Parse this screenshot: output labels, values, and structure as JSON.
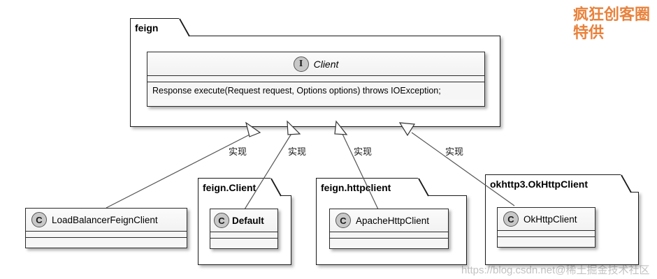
{
  "diagram": {
    "type": "uml-class-diagram",
    "root_package": {
      "name": "feign",
      "interface": {
        "stereotype_badge": "I",
        "name": "Client",
        "methods": [
          "Response execute(Request request, Options options) throws IOException;"
        ]
      }
    },
    "relation_label": "实现",
    "implementations": [
      {
        "package": null,
        "class_badge": "C",
        "class_name": "LoadBalancerFeignClient",
        "edge_label": "实现"
      },
      {
        "package": "feign.Client",
        "class_badge": "C",
        "class_name": "Default",
        "edge_label": "实现"
      },
      {
        "package": "feign.httpclient",
        "class_badge": "C",
        "class_name": "ApacheHttpClient",
        "edge_label": "实现"
      },
      {
        "package": "okhttp3.OkHttpClient",
        "class_badge": "C",
        "class_name": "OkHttpClient",
        "edge_label": "实现"
      }
    ]
  },
  "watermarks": {
    "top_right_line1": "疯狂创客圈",
    "top_right_line2": "特供",
    "top_right_color": "#e8823c",
    "bottom_right": "https://blog.csdn.net@稀土掘金技术社区"
  }
}
